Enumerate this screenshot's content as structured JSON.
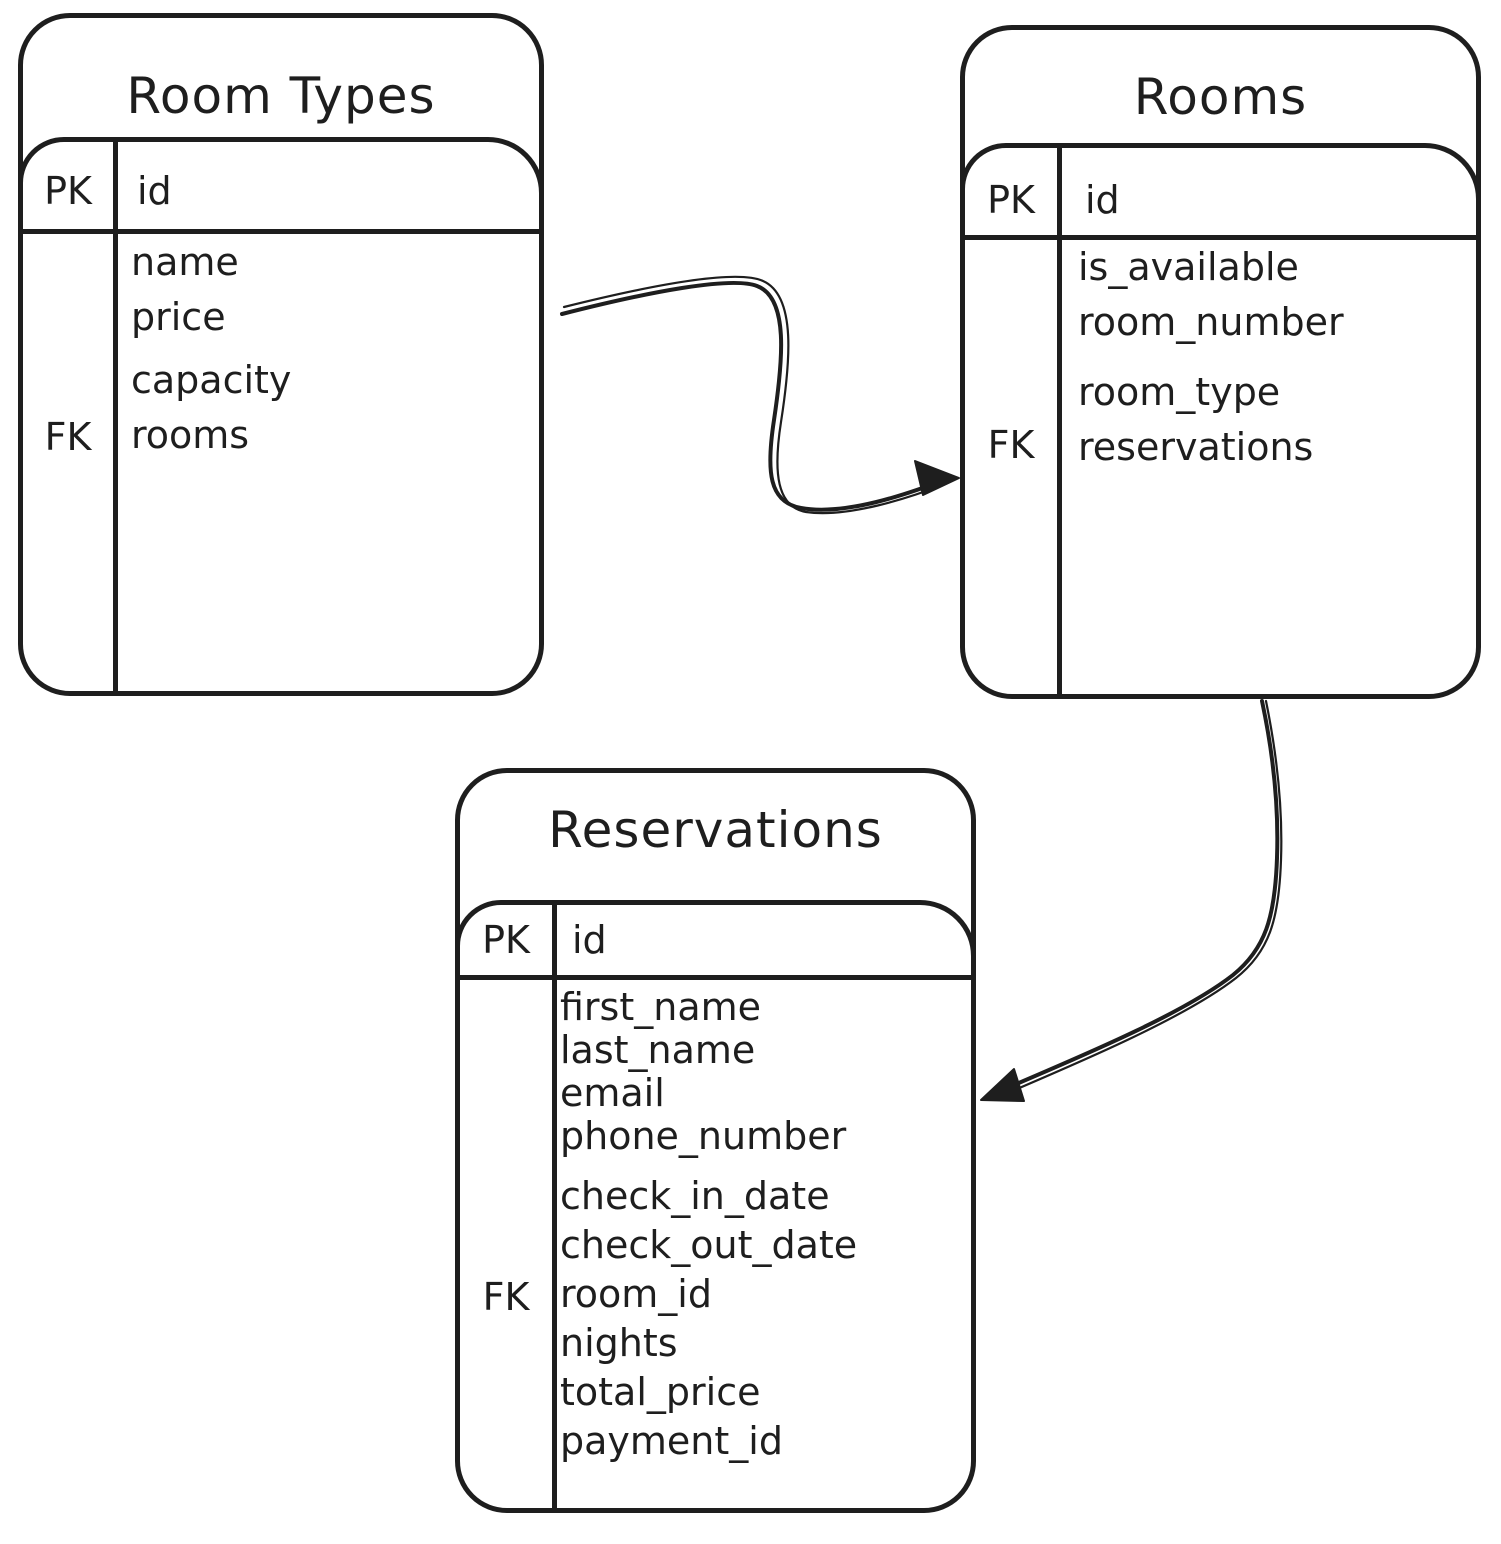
{
  "canvas": {
    "background": "#ffffff",
    "ink_color": "#1e1e1e"
  },
  "tables": [
    {
      "title": "Room Types",
      "pk_label": "PK",
      "pk_field": "id",
      "fk_label": "FK",
      "fk_field": "rooms",
      "fields": [
        "name",
        "price",
        "capacity",
        "rooms"
      ]
    },
    {
      "title": "Rooms",
      "pk_label": "PK",
      "pk_field": "id",
      "fk_label": "FK",
      "fk_field": "reservations",
      "fields": [
        "is_available",
        "room_number",
        "room_type",
        "reservations"
      ]
    },
    {
      "title": "Reservations",
      "pk_label": "PK",
      "pk_field": "id",
      "fk_label": "FK",
      "fk_field": "room_id",
      "fields": [
        "first_name",
        "last_name",
        "email",
        "phone_number",
        "check_in_date",
        "check_out_date",
        "room_id",
        "nights",
        "total_price",
        "payment_id"
      ]
    }
  ],
  "relations": [
    {
      "from": "Room Types",
      "to": "Rooms"
    },
    {
      "from": "Rooms",
      "to": "Reservations"
    }
  ]
}
